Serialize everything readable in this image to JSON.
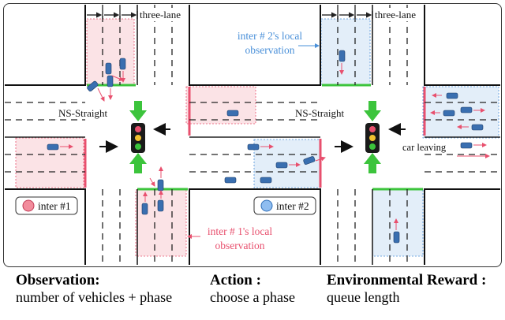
{
  "diagram": {
    "intersection_1": {
      "lane_label": "three-lane",
      "phase_label": "NS-Straight",
      "legend_label": "inter #1",
      "obs_label_line1": "inter # 1's local",
      "obs_label_line2": "observation",
      "obs_color": "#e8506e"
    },
    "intersection_2": {
      "lane_label": "three-lane",
      "phase_label": "NS-Straight",
      "legend_label": "inter #2",
      "obs_label_line1": "inter # 2's local",
      "obs_label_line2": "observation",
      "obs_color": "#4a90d9",
      "leaving_label": "car leaving"
    },
    "colors": {
      "red_region": "#fbe3e6",
      "blue_region": "#e3eef9",
      "green_arrow": "#3cc43c",
      "light_red": "#e8506e",
      "light_blue": "#4a90d9"
    }
  },
  "footer": {
    "observation_title": "Observation:",
    "observation_text": "number of vehicles + phase",
    "action_title": "Action :",
    "action_text": "choose a phase",
    "reward_title": "Environmental Reward :",
    "reward_text": "queue length"
  }
}
